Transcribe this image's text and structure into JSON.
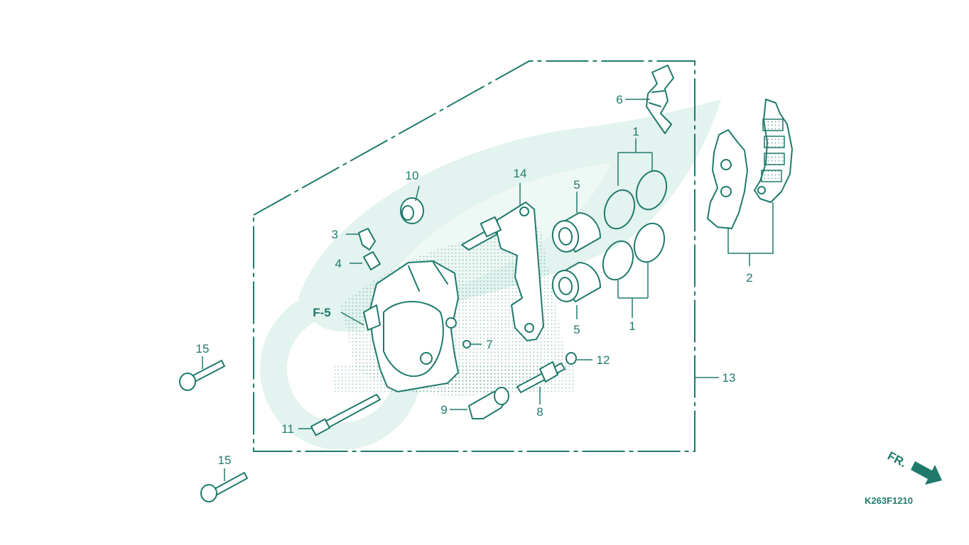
{
  "diagram": {
    "ink_color": "#1f7a6c",
    "watermark_color": "#d9efe9",
    "drawing_code": "K263F1210",
    "direction_label": "FR.",
    "reference_label": "F-5",
    "callouts": {
      "c1_top": "1",
      "c1_bottom": "1",
      "c2": "2",
      "c3": "3",
      "c4": "4",
      "c5_top": "5",
      "c5_bottom": "5",
      "c6": "6",
      "c7": "7",
      "c8": "8",
      "c9": "9",
      "c10": "10",
      "c11": "11",
      "c12": "12",
      "c13": "13",
      "c14": "14",
      "c15_top": "15",
      "c15_bottom": "15"
    }
  }
}
